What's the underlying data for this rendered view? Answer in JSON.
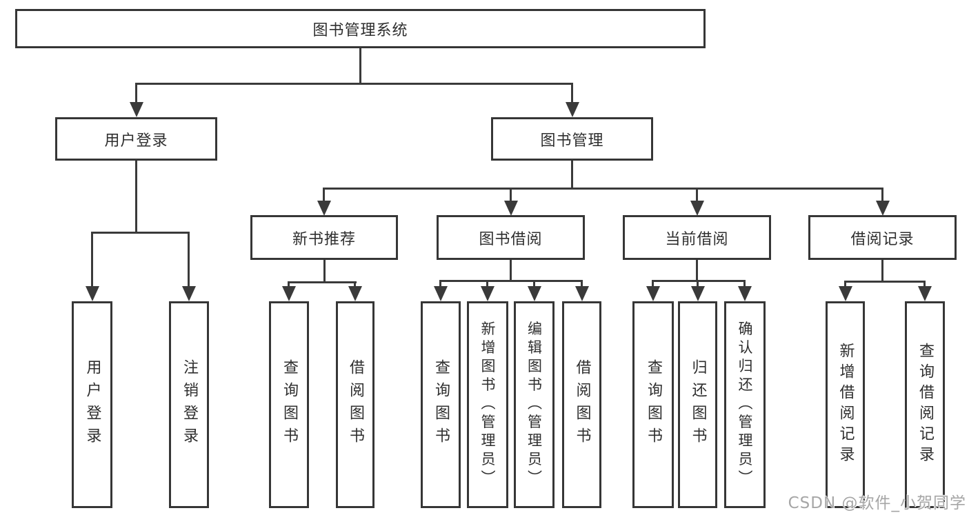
{
  "title": "图书管理系统",
  "nodes": {
    "user_login": "用户登录",
    "book_mgmt": "图书管理",
    "new_book_rec": "新书推荐",
    "book_borrow": "图书借阅",
    "current_borrow": "当前借阅",
    "borrow_records": "借阅记录",
    "leaf_user_login": "用户登录",
    "leaf_logout": "注销登录",
    "leaf_query_book_a": "查询图书",
    "leaf_borrow_book_a": "借阅图书",
    "leaf_query_book_b": "查询图书",
    "leaf_add_book_admin": "新增图书（管理员）",
    "leaf_edit_book_admin": "编辑图书（管理员）",
    "leaf_borrow_book_b": "借阅图书",
    "leaf_query_book_c": "查询图书",
    "leaf_return_book": "归还图书",
    "leaf_confirm_return_admin": "确认归还（管理员）",
    "leaf_add_borrow_record": "新增借阅记录",
    "leaf_query_borrow_record": "查询借阅记录"
  },
  "watermark": "CSDN @软件_小贺同学",
  "colors": {
    "line": "#3a3a3a",
    "border": "#363636",
    "text": "#2e2e2e",
    "watermark": "#a6a6a6",
    "background": "#ffffff"
  }
}
